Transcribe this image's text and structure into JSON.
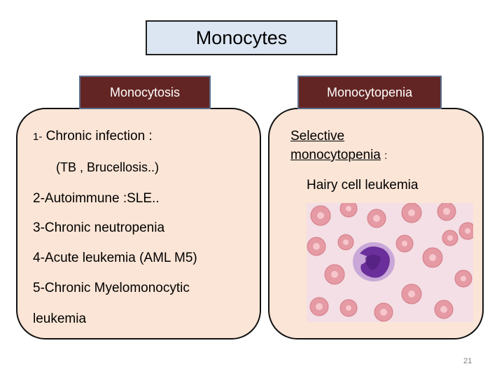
{
  "title": "Monocytes",
  "left": {
    "header": "Monocytosis",
    "item1_num": "1-",
    "item1_text": "Chronic infection :",
    "item1_sub": "(TB , Brucellosis..)",
    "item2": "2-Autoimmune :SLE..",
    "item3": "3-Chronic neutropenia",
    "item4": "4-Acute leukemia (AML M5)",
    "item5_line1": "5-Chronic Myelomonocytic",
    "item5_line2": "leukemia"
  },
  "right": {
    "header": "Monocytopenia",
    "selective_line1": "Selective",
    "selective_line2": "monocytopenia",
    "colon": ":",
    "item": "Hairy cell leukemia"
  },
  "page_number": "21",
  "colors": {
    "title_fill": "#dce6f2",
    "header_fill": "#632523",
    "panel_fill": "#fbe5d6"
  }
}
